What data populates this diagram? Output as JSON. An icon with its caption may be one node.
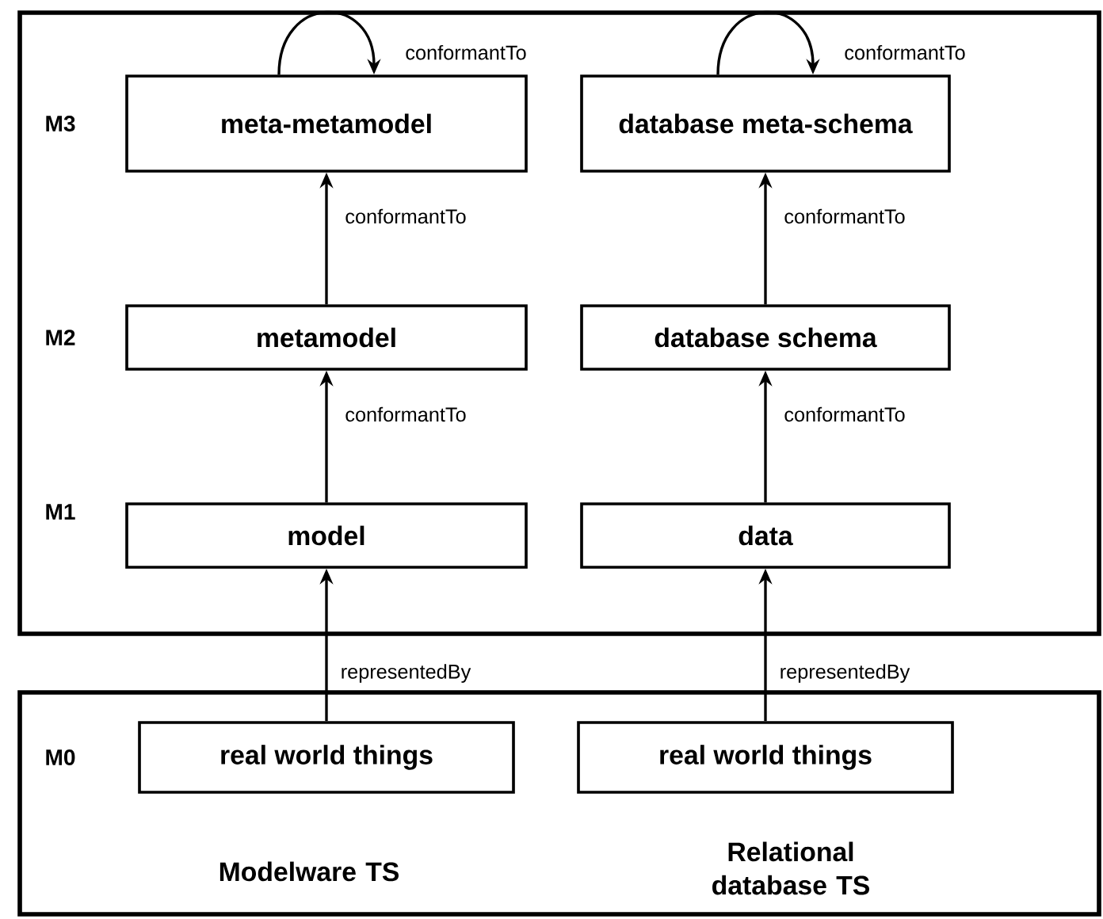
{
  "diagram": {
    "nodes": [
      {
        "text": [],
        "shape": "box"
      },
      {
        "text": [
          "meta-metamodel"
        ],
        "in": 0
      },
      {
        "text": [
          "database meta-schema"
        ],
        "in": 0
      },
      {
        "text": [
          "metamodel"
        ],
        "in": 0
      },
      {
        "text": [
          "database schema"
        ],
        "in": 0
      },
      {
        "text": [
          "model"
        ],
        "in": 0
      },
      {
        "text": [
          "data"
        ],
        "in": 0
      },
      {
        "text": [],
        "shape": "box"
      },
      {
        "text": [
          "real world things"
        ],
        "in": 7
      },
      {
        "text": [
          "real world things"
        ],
        "in": 7
      }
    ],
    "edges": [
      {
        "from": 1,
        "to": 1,
        "arrow": "to",
        "label": "conformantTo"
      },
      {
        "from": 2,
        "to": 2,
        "arrow": "to",
        "label": "conformantTo"
      },
      {
        "from": 3,
        "to": 1,
        "arrow": "to",
        "label": "conformantTo"
      },
      {
        "from": 4,
        "to": 2,
        "arrow": "to",
        "label": "conformantTo"
      },
      {
        "from": 5,
        "to": 3,
        "arrow": "to",
        "label": "conformantTo"
      },
      {
        "from": 6,
        "to": 4,
        "arrow": "to",
        "label": "conformantTo"
      },
      {
        "from": 8,
        "to": 5,
        "arrow": "to",
        "label": "representedBy"
      },
      {
        "from": 9,
        "to": 6,
        "arrow": "to",
        "label": "representedBy"
      }
    ],
    "labels": [
      "M3",
      "M2",
      "M1",
      "M0",
      "Modelware TS",
      "Relational database TS"
    ]
  }
}
